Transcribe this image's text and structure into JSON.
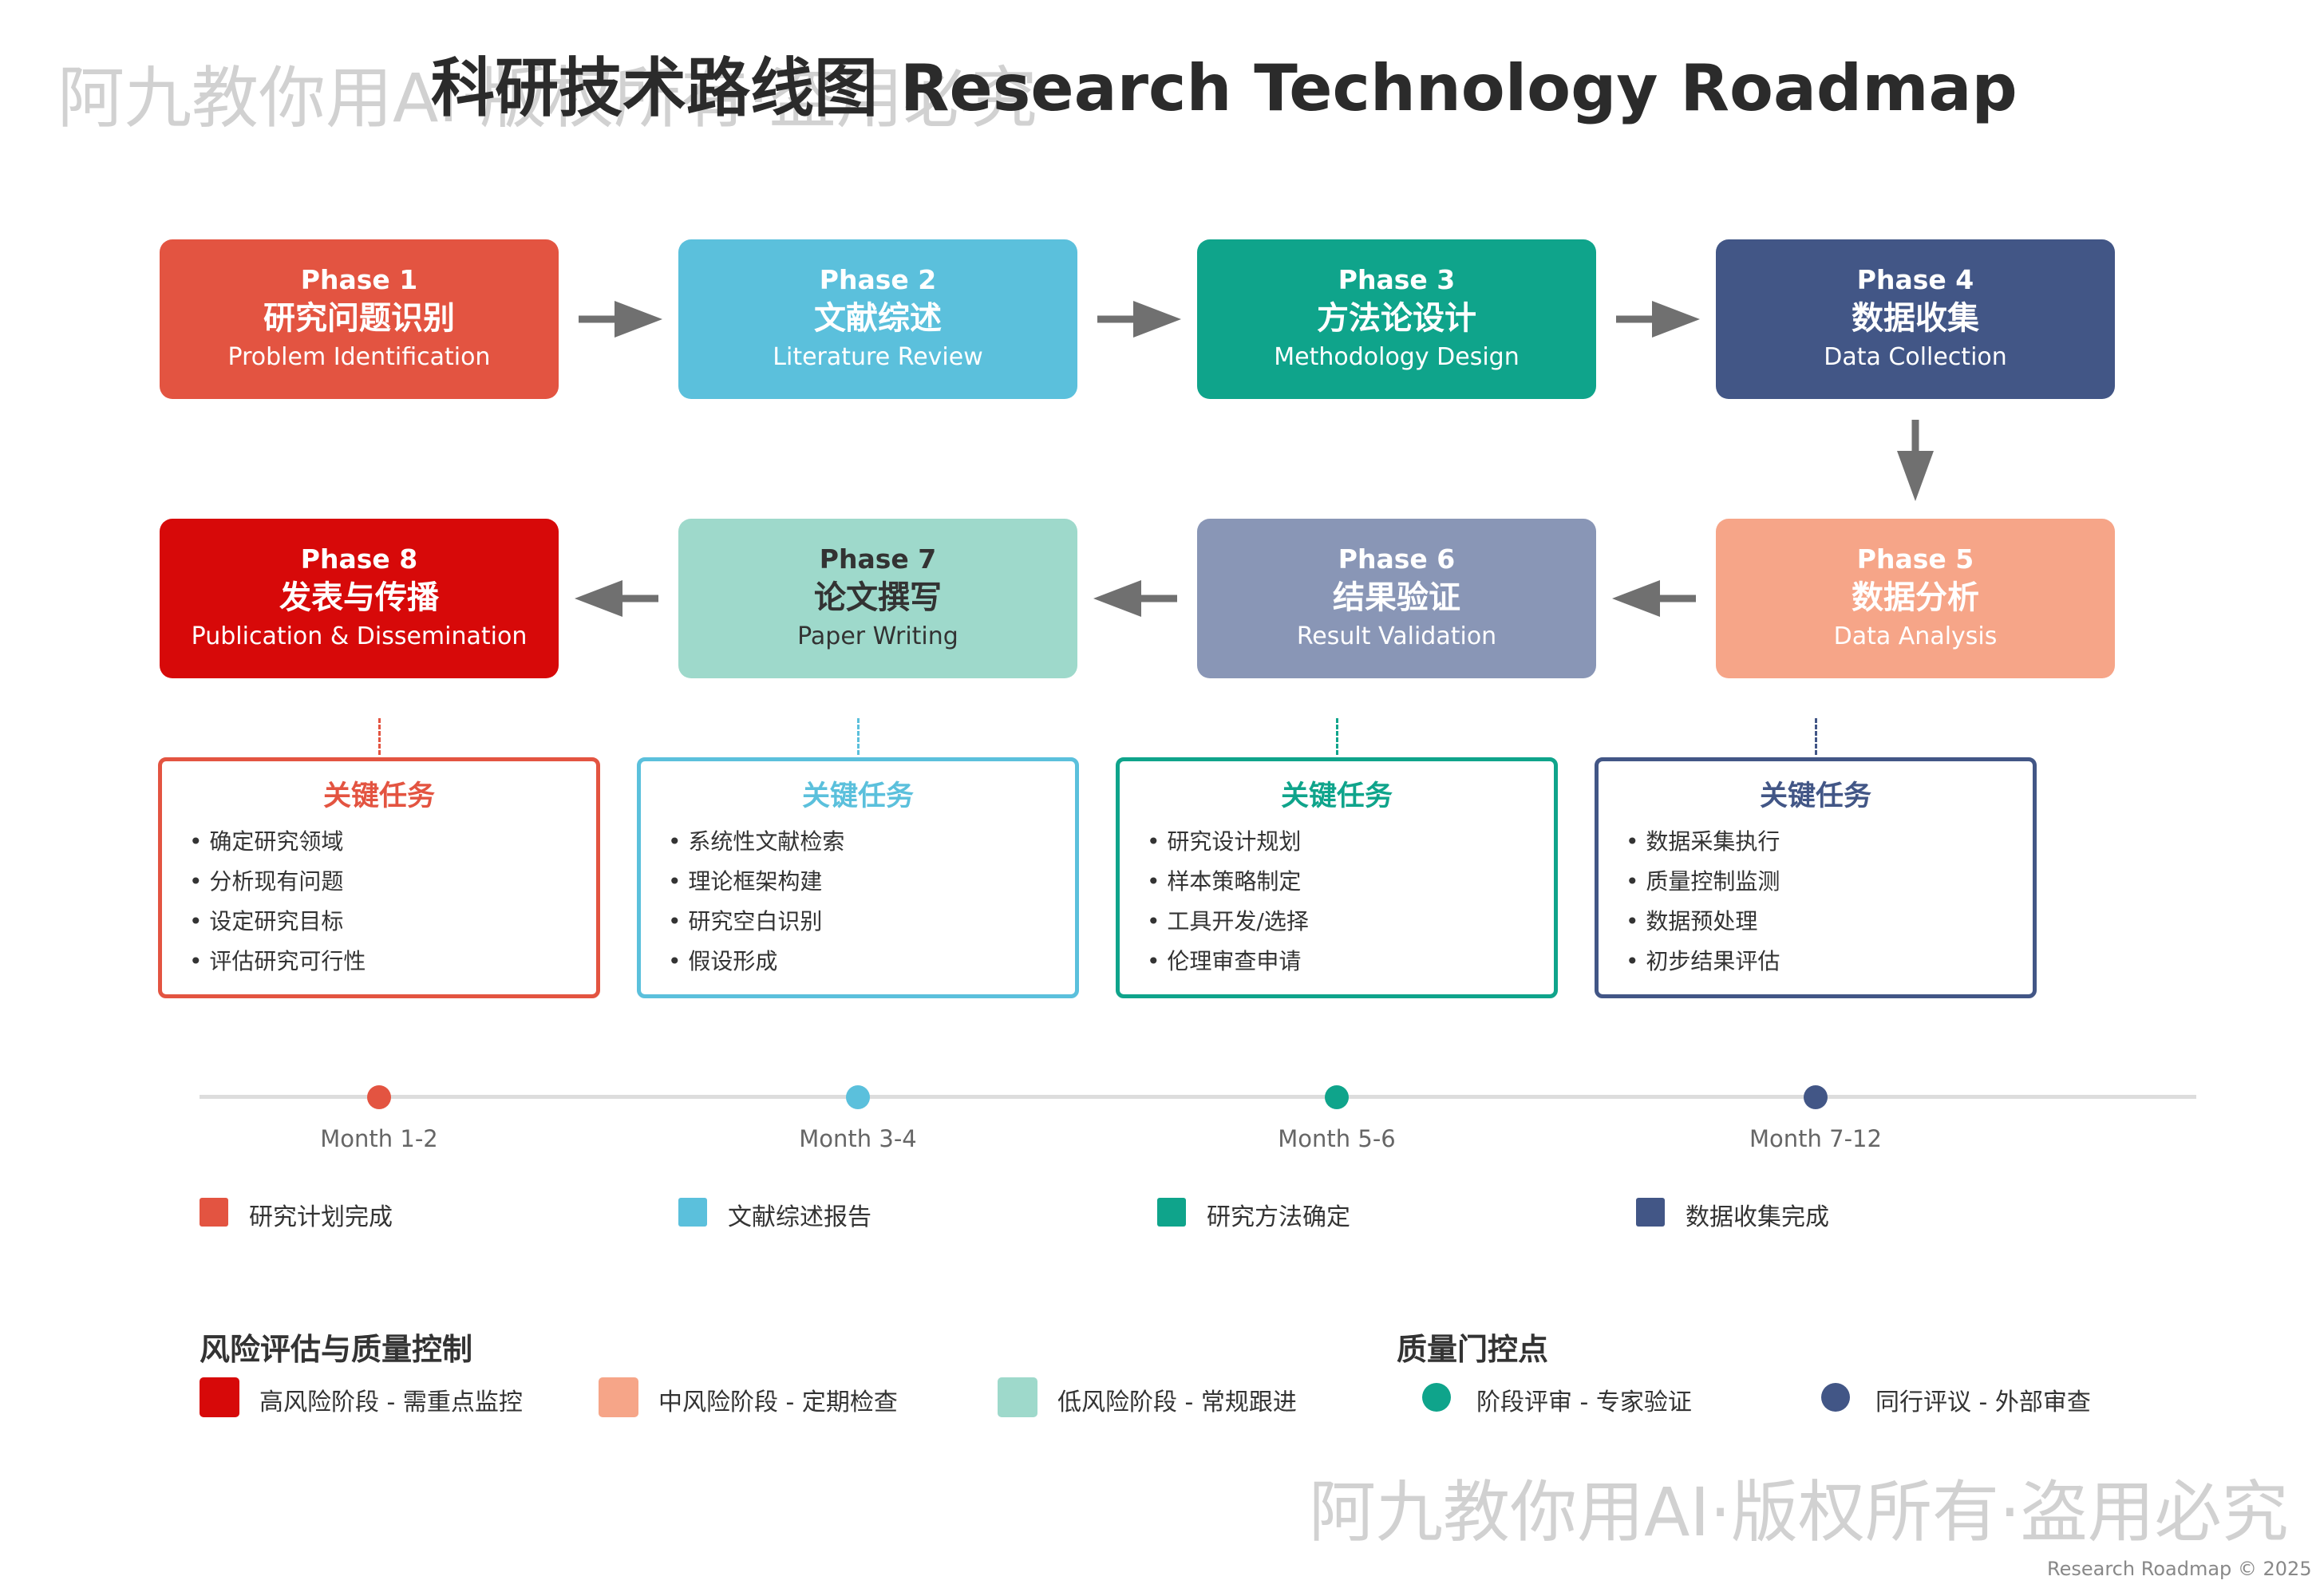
{
  "watermark": "阿九教你用AI·版权所有·盗用必究",
  "title": "科研技术路线图 Research Technology Roadmap",
  "colors": {
    "phase1": "#e35441",
    "phase2": "#5bc0dc",
    "phase3": "#0fa48b",
    "phase4": "#425686",
    "phase5": "#f6a588",
    "phase6": "#8996b6",
    "phase7": "#9ed9cb",
    "phase8": "#d70909",
    "arrow": "#707070",
    "timeline": "#dddddd"
  },
  "phases": [
    {
      "num": "Phase 1",
      "zh": "研究问题识别",
      "en": "Problem Identification"
    },
    {
      "num": "Phase 2",
      "zh": "文献综述",
      "en": "Literature Review"
    },
    {
      "num": "Phase 3",
      "zh": "方法论设计",
      "en": "Methodology Design"
    },
    {
      "num": "Phase 4",
      "zh": "数据收集",
      "en": "Data Collection"
    },
    {
      "num": "Phase 5",
      "zh": "数据分析",
      "en": "Data Analysis"
    },
    {
      "num": "Phase 6",
      "zh": "结果验证",
      "en": "Result Validation"
    },
    {
      "num": "Phase 7",
      "zh": "论文撰写",
      "en": "Paper Writing"
    },
    {
      "num": "Phase 8",
      "zh": "发表与传播",
      "en": "Publication & Dissemination"
    }
  ],
  "tasks": [
    {
      "title": "关键任务",
      "items": [
        "确定研究领域",
        "分析现有问题",
        "设定研究目标",
        "评估研究可行性"
      ]
    },
    {
      "title": "关键任务",
      "items": [
        "系统性文献检索",
        "理论框架构建",
        "研究空白识别",
        "假设形成"
      ]
    },
    {
      "title": "关键任务",
      "items": [
        "研究设计规划",
        "样本策略制定",
        "工具开发/选择",
        "伦理审查申请"
      ]
    },
    {
      "title": "关键任务",
      "items": [
        "数据采集执行",
        "质量控制监测",
        "数据预处理",
        "初步结果评估"
      ]
    }
  ],
  "timeline": {
    "months": [
      "Month 1-2",
      "Month 3-4",
      "Month 5-6",
      "Month 7-12"
    ],
    "milestones": [
      "研究计划完成",
      "文献综述报告",
      "研究方法确定",
      "数据收集完成"
    ]
  },
  "risk": {
    "title": "风险评估与质量控制",
    "items": [
      "高风险阶段 - 需重点监控",
      "中风险阶段 - 定期检查",
      "低风险阶段 - 常规跟进"
    ]
  },
  "quality": {
    "title": "质量门控点",
    "items": [
      "阶段评审 - 专家验证",
      "同行评议 - 外部审查"
    ]
  },
  "footer": "Research Roadmap © 2025"
}
